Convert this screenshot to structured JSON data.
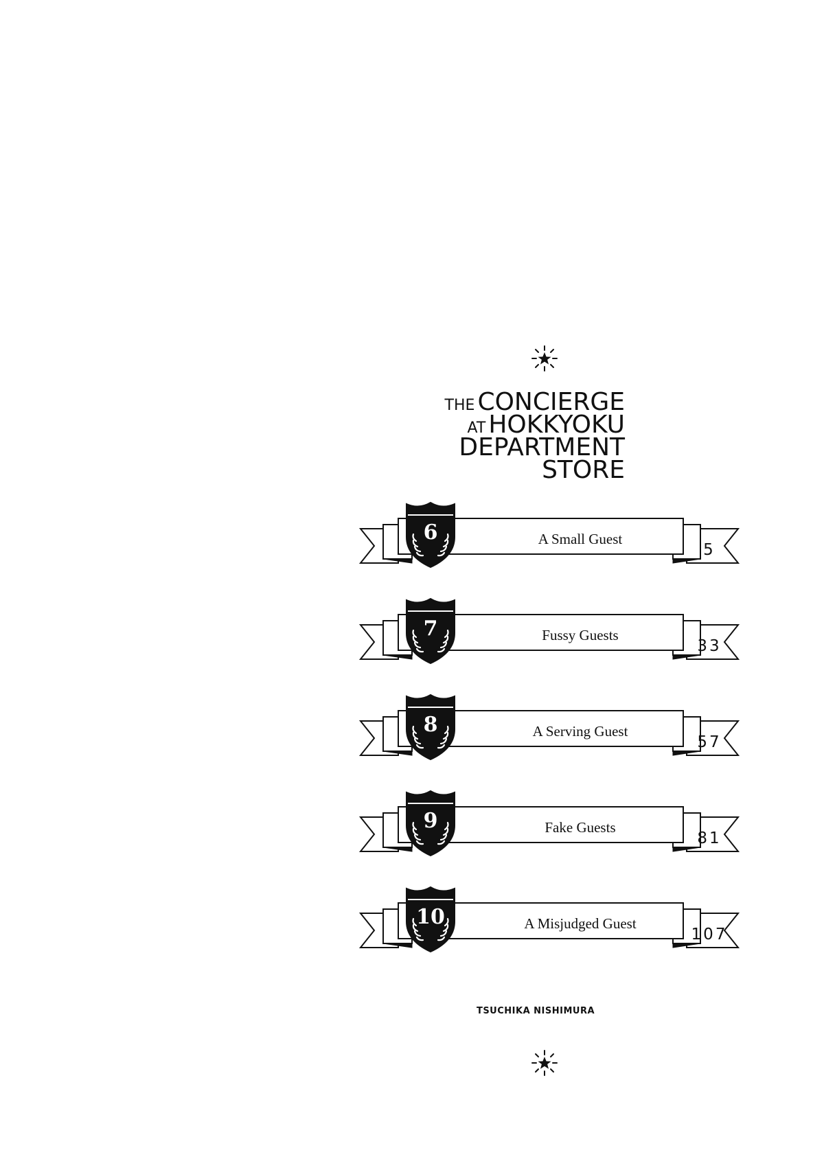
{
  "book": {
    "title_lines": [
      {
        "small": "THE",
        "large": "CONCIERGE"
      },
      {
        "small": "AT",
        "large": "HOKKYOKU"
      },
      {
        "small": "",
        "large": "DEPARTMENT"
      },
      {
        "small": "",
        "large": "STORE"
      }
    ],
    "author": "TSUCHIKA NISHIMURA"
  },
  "toc": [
    {
      "number": "6",
      "title": "A Small Guest",
      "page": "5"
    },
    {
      "number": "7",
      "title": "Fussy Guests",
      "page": "33"
    },
    {
      "number": "8",
      "title": "A Serving Guest",
      "page": "57"
    },
    {
      "number": "9",
      "title": "Fake Guests",
      "page": "81"
    },
    {
      "number": "10",
      "title": "A Misjudged Guest",
      "page": "107"
    }
  ],
  "icons": {
    "ornament": "star-burst-icon",
    "badge": "shield-crest-icon"
  },
  "colors": {
    "ink": "#111111",
    "paper": "#ffffff"
  }
}
